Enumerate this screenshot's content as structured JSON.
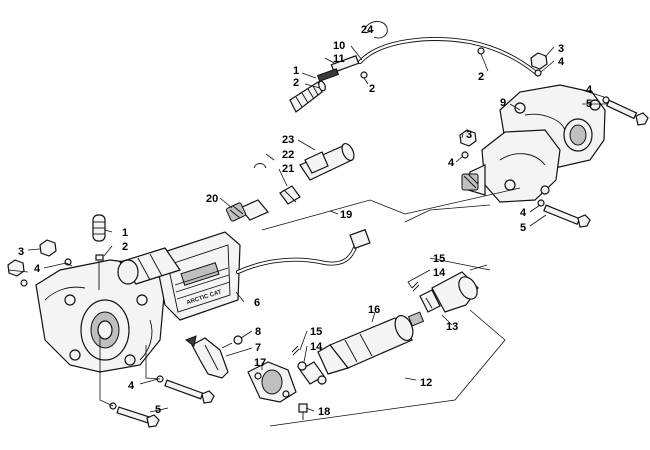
{
  "callouts": [
    {
      "id": "c24",
      "text": "24"
    },
    {
      "id": "c10",
      "text": "10"
    },
    {
      "id": "c11",
      "text": "11"
    },
    {
      "id": "c1a",
      "text": "1"
    },
    {
      "id": "c2a",
      "text": "2"
    },
    {
      "id": "c2b",
      "text": "2"
    },
    {
      "id": "c2c",
      "text": "2"
    },
    {
      "id": "c3a",
      "text": "3"
    },
    {
      "id": "c4a",
      "text": "4"
    },
    {
      "id": "c4b",
      "text": "4"
    },
    {
      "id": "c5a",
      "text": "5"
    },
    {
      "id": "c9",
      "text": "9"
    },
    {
      "id": "c3b",
      "text": "3"
    },
    {
      "id": "c4c",
      "text": "4"
    },
    {
      "id": "c4d",
      "text": "4"
    },
    {
      "id": "c5b",
      "text": "5"
    },
    {
      "id": "c23",
      "text": "23"
    },
    {
      "id": "c22",
      "text": "22"
    },
    {
      "id": "c21",
      "text": "21"
    },
    {
      "id": "c20",
      "text": "20"
    },
    {
      "id": "c19",
      "text": "19"
    },
    {
      "id": "c1b",
      "text": "1"
    },
    {
      "id": "c2d",
      "text": "2"
    },
    {
      "id": "c3c",
      "text": "3"
    },
    {
      "id": "c4e",
      "text": "4"
    },
    {
      "id": "c6",
      "text": "6"
    },
    {
      "id": "c8",
      "text": "8"
    },
    {
      "id": "c7",
      "text": "7"
    },
    {
      "id": "c4f",
      "text": "4"
    },
    {
      "id": "c5c",
      "text": "5"
    },
    {
      "id": "c15a",
      "text": "15"
    },
    {
      "id": "c14a",
      "text": "14"
    },
    {
      "id": "c13",
      "text": "13"
    },
    {
      "id": "c16",
      "text": "16"
    },
    {
      "id": "c15b",
      "text": "15"
    },
    {
      "id": "c14b",
      "text": "14"
    },
    {
      "id": "c17",
      "text": "17"
    },
    {
      "id": "c12",
      "text": "12"
    },
    {
      "id": "c18",
      "text": "18"
    }
  ],
  "brand_mark": "ARCTIC CAT"
}
